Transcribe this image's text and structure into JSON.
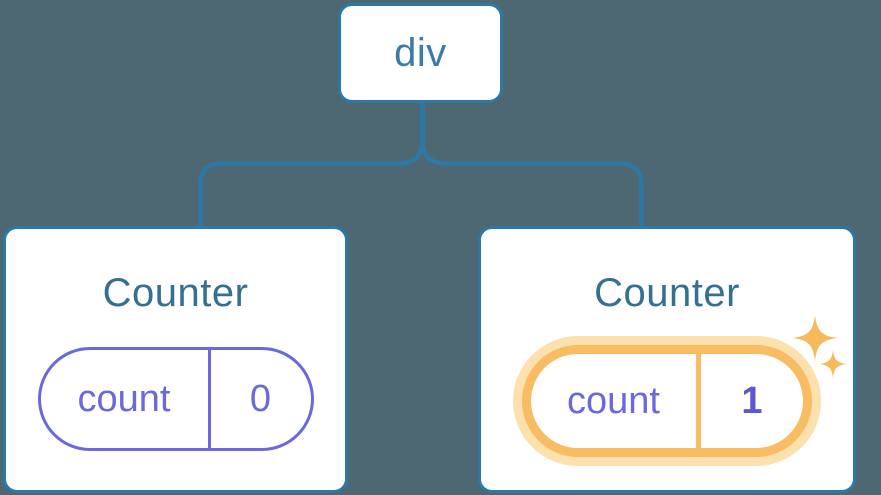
{
  "diagram": {
    "root": {
      "label": "div"
    },
    "children": [
      {
        "title": "Counter",
        "state": {
          "key": "count",
          "value": "0"
        },
        "highlighted": false
      },
      {
        "title": "Counter",
        "state": {
          "key": "count",
          "value": "1"
        },
        "highlighted": true
      }
    ]
  },
  "colors": {
    "background": "#4d6773",
    "card_background": "#ffffff",
    "tree_line": "#2e78a6",
    "root_label": "#3a7ca6",
    "card_title": "#34708f",
    "state_purple": "#6a68de",
    "state_value_highlighted": "#5b58d2",
    "highlight_orange": "#f8bc62",
    "highlight_glow": "#fce0ae",
    "sparkle": "#f6ba5c"
  },
  "icons": [
    {
      "name": "sparkles-icon"
    }
  ]
}
